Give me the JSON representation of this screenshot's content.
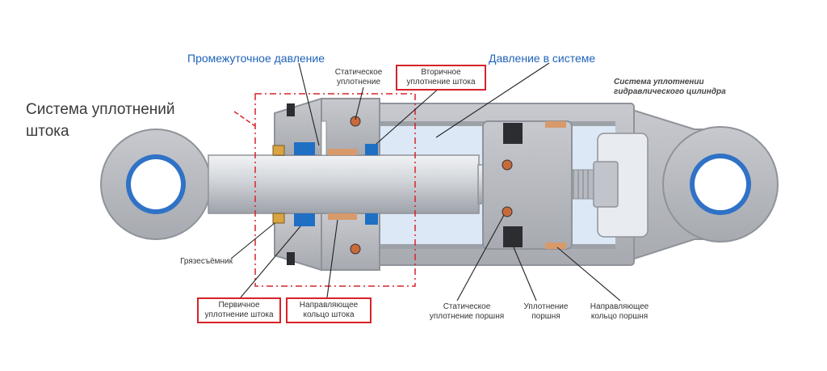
{
  "labels": {
    "rod_seal_system": "Система уплотнений\nштока",
    "intermediate_pressure": "Промежуточное давление",
    "system_pressure": "Давление в системе",
    "cylinder_seal_system": "Система уплотнении\nгидравлического цилиндра",
    "static_seal": "Статическое\nуплотнение",
    "secondary_rod_seal": "Вторичное\nуплотнение штока",
    "wiper": "Грязесъёмник",
    "primary_rod_seal": "Первичное\nуплотнение штока",
    "rod_guide_ring": "Направляющее\nкольцо штока",
    "piston_static_seal": "Статическое\nуплотнение поршня",
    "piston_seal": "Уплотнение\nпоршня",
    "piston_guide_ring": "Направляющее\nкольцо поршня"
  },
  "colors": {
    "label_accent": "#1f63b8",
    "highlight_box": "#d6232a",
    "seal_blue": "#1f6fc4",
    "guide_ring": "#d89a6a",
    "body_gray": "#b9bcc2",
    "rod_gray": "#c9ccd1",
    "pressure_fill": "#dde8f6"
  }
}
